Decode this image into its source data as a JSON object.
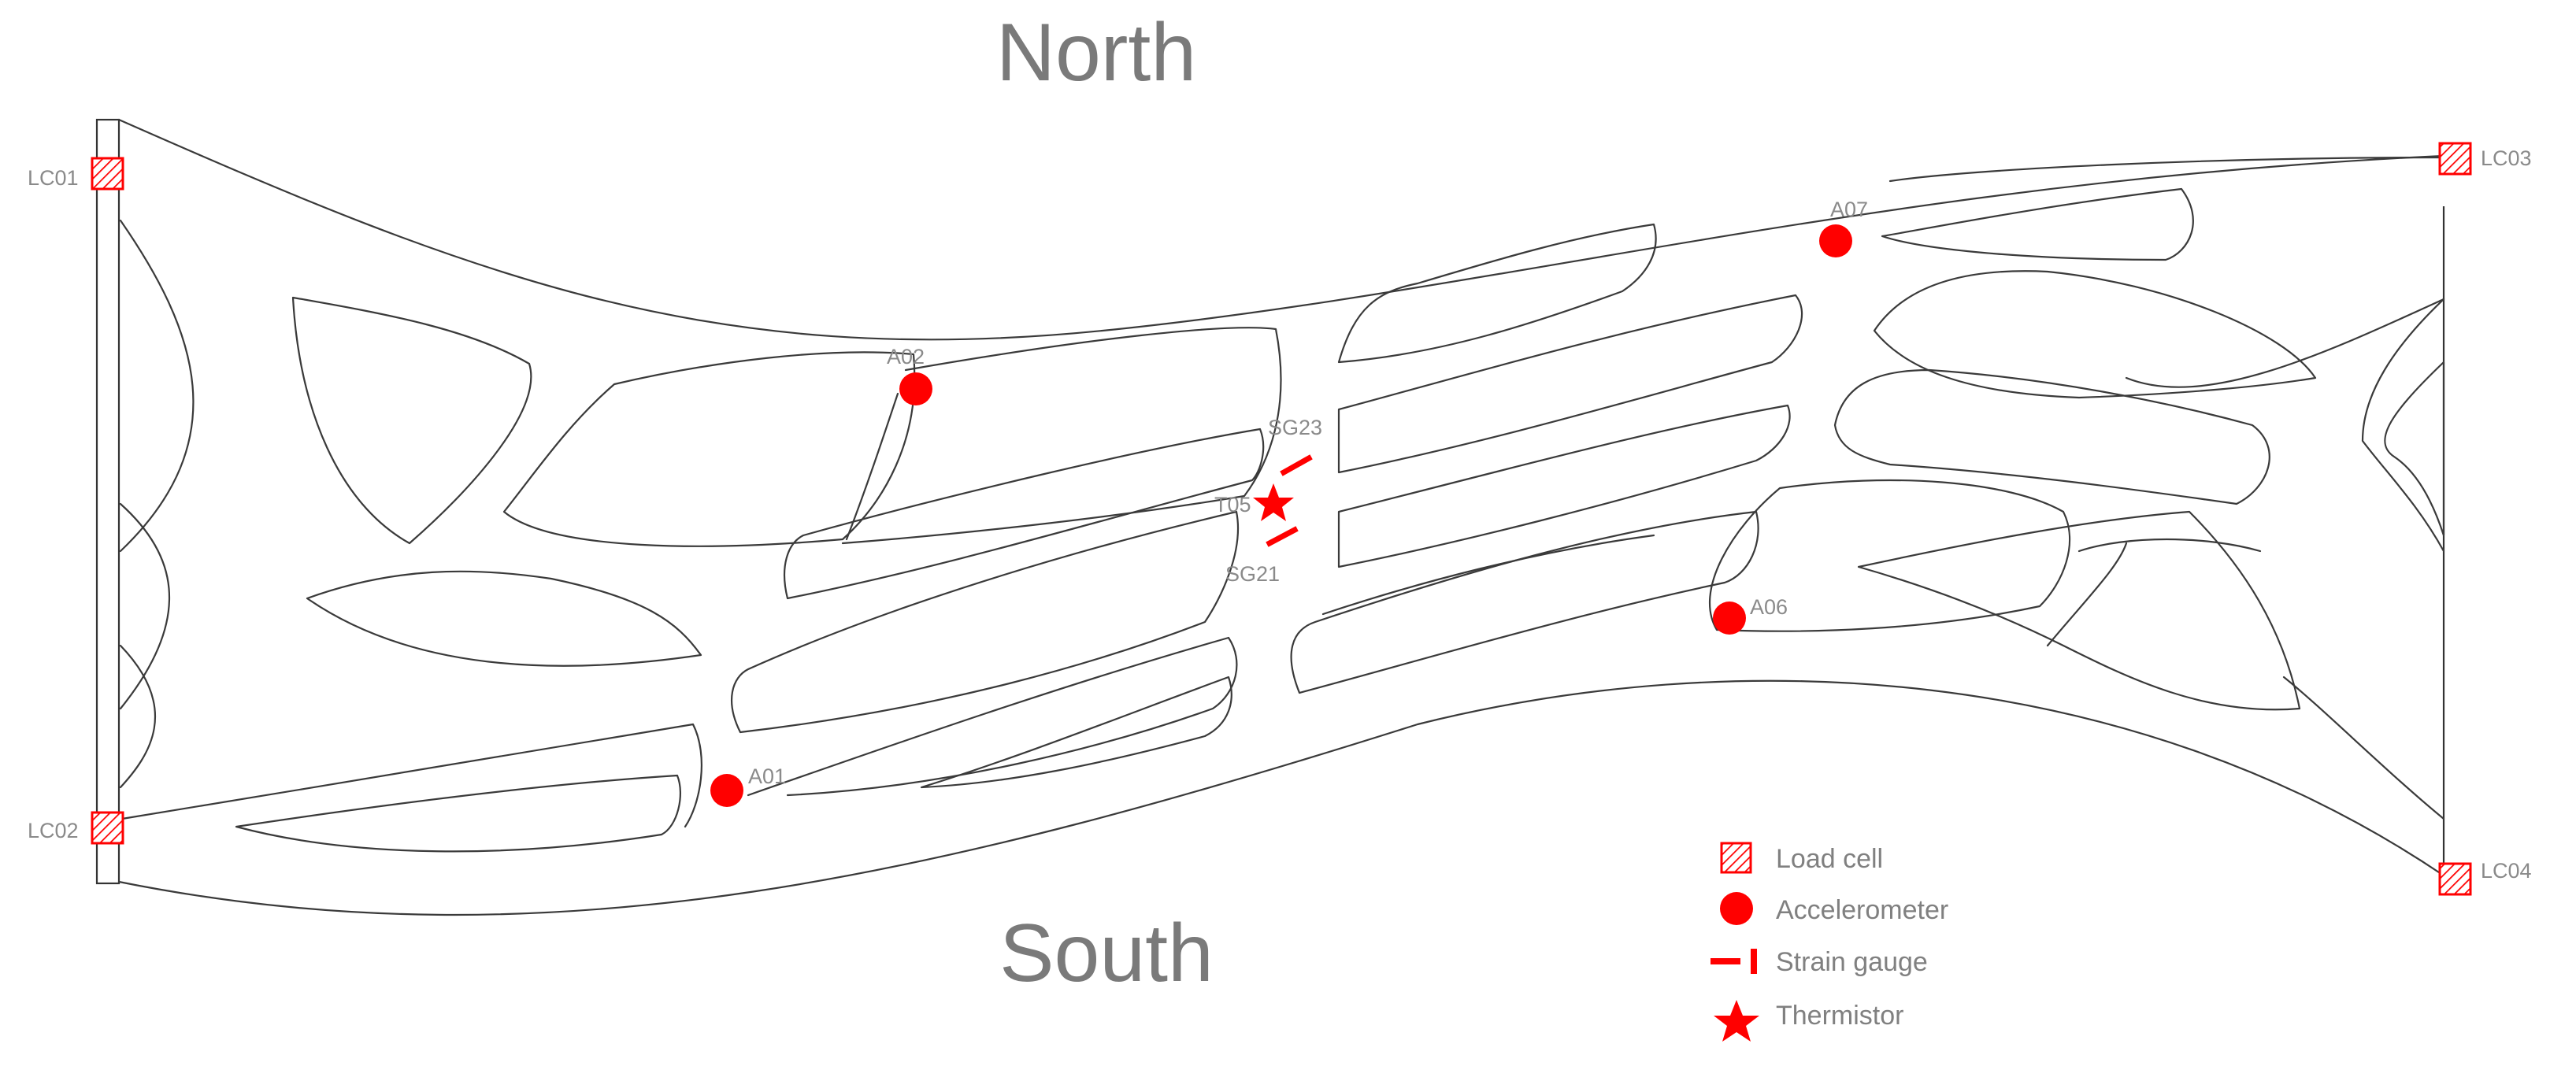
{
  "labels": {
    "north": "North",
    "south": "South"
  },
  "colors": {
    "sensor": "#ff0000",
    "outline": "#3a3a3a",
    "text": "#808080"
  },
  "sensors": {
    "load_cells": [
      "LC01",
      "LC02",
      "LC03",
      "LC04"
    ],
    "accelerometers": [
      "A01",
      "A02",
      "A06",
      "A07"
    ],
    "strain_gauges": [
      "SG21",
      "SG23"
    ],
    "thermistors": [
      "T05"
    ]
  },
  "legend": {
    "load_cell": "Load cell",
    "accelerometer": "Accelerometer",
    "strain_gauge": "Strain gauge",
    "thermistor": "Thermistor"
  }
}
